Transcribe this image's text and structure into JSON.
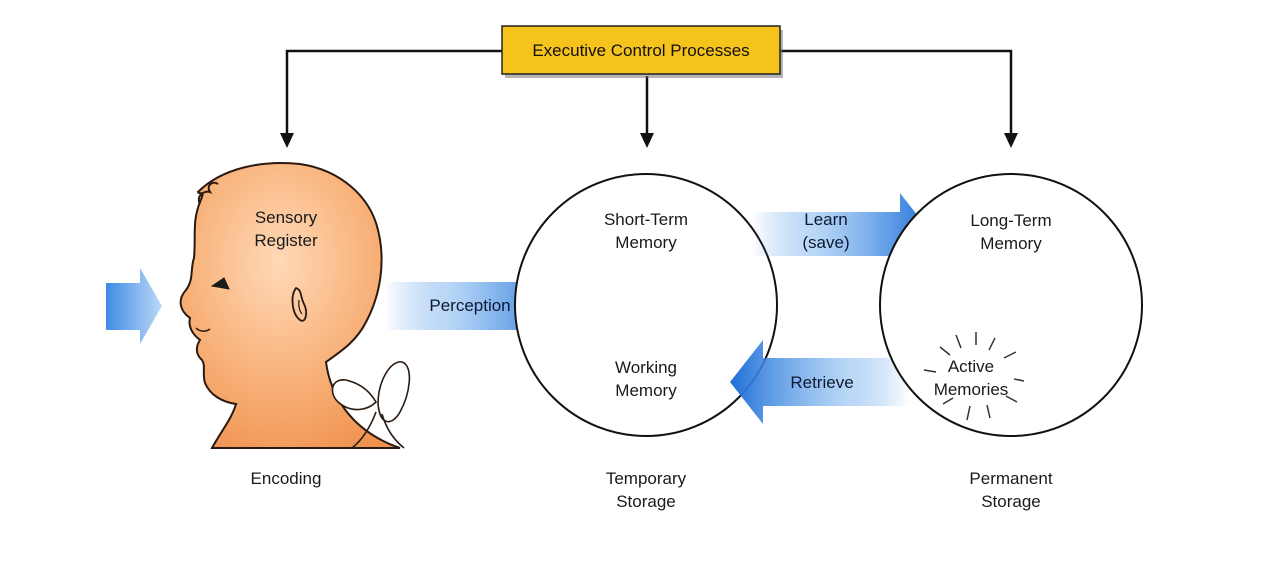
{
  "executive": {
    "label": "Executive Control Processes"
  },
  "sensory": {
    "line1": "Sensory",
    "line2": "Register",
    "caption": "Encoding"
  },
  "arrows": {
    "perception": "Perception",
    "learn_line1": "Learn",
    "learn_line2": "(save)",
    "retrieve": "Retrieve"
  },
  "short_term": {
    "line1": "Short-Term",
    "line2": "Memory",
    "working1": "Working",
    "working2": "Memory",
    "caption1": "Temporary",
    "caption2": "Storage"
  },
  "long_term": {
    "line1": "Long-Term",
    "line2": "Memory",
    "active1": "Active",
    "active2": "Memories",
    "caption1": "Permanent",
    "caption2": "Storage"
  },
  "colors": {
    "executive_box": "#f6c21c",
    "arrow_blue": "#2f7fe0",
    "head_skin": "#f6a66a"
  }
}
